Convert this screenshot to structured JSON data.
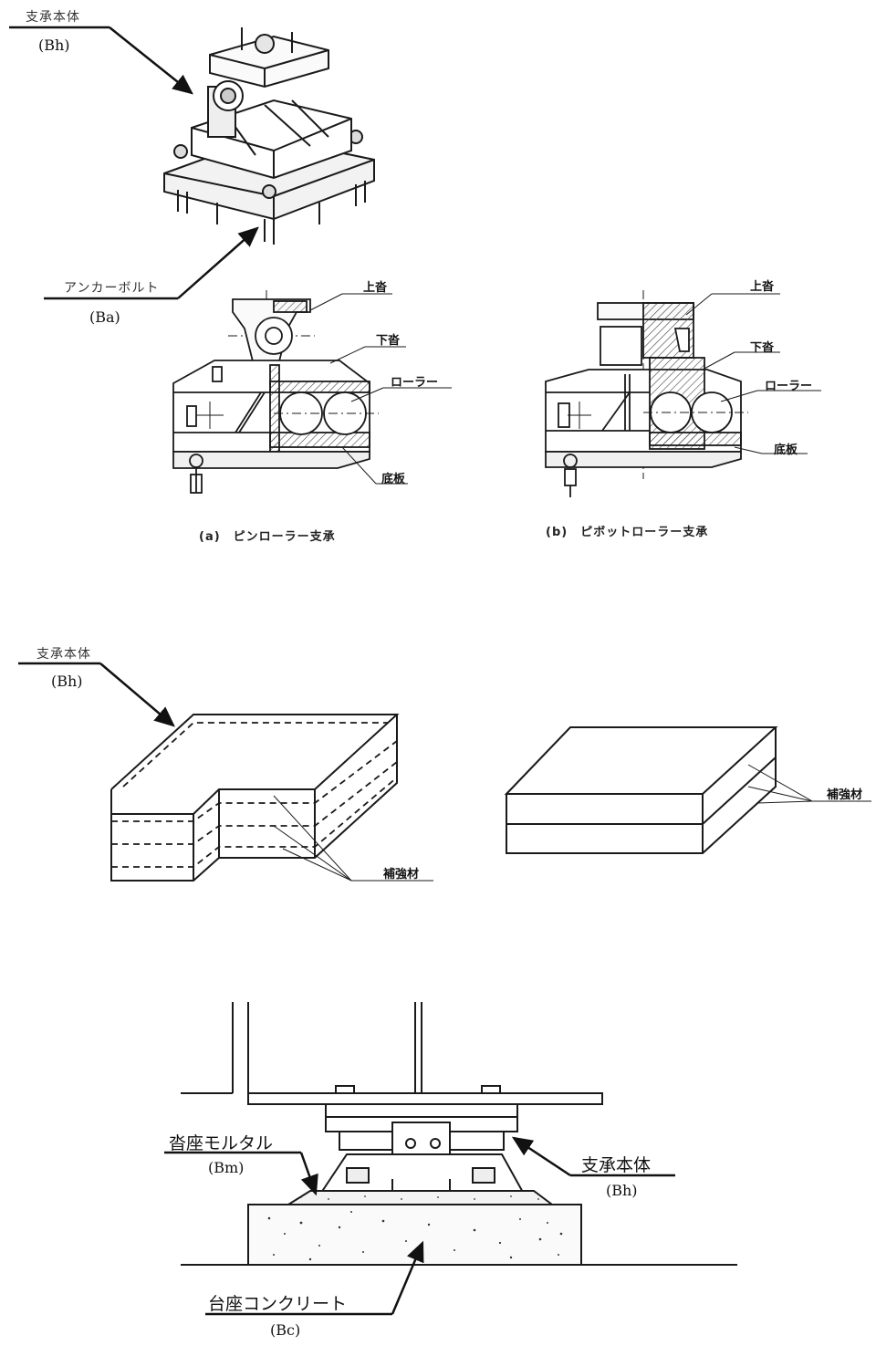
{
  "section1": {
    "body_label": "支承本体",
    "body_code": "(Bh)",
    "anchor_label": "アンカーボルト",
    "anchor_code": "(Ba)"
  },
  "fig_a": {
    "upper_shoe": "上沓",
    "lower_shoe": "下沓",
    "roller": "ローラー",
    "base_plate": "底板",
    "caption": "(a)　ピンローラー支承"
  },
  "fig_b": {
    "upper_shoe": "上沓",
    "lower_shoe": "下沓",
    "roller": "ローラー",
    "base_plate": "底板",
    "caption": "(b)　ピボットローラー支承"
  },
  "section2": {
    "body_label": "支承本体",
    "body_code": "(Bh)",
    "reinforcement_left": "補強材",
    "reinforcement_right": "補強材"
  },
  "section3": {
    "mortar_label": "沓座モルタル",
    "mortar_code": "(Bm)",
    "body_label": "支承本体",
    "body_code": "(Bh)",
    "concrete_label": "台座コンクリート",
    "concrete_code": "(Bc)"
  },
  "colors": {
    "ink": "#1a1a1a",
    "hatch": "#555555",
    "paper": "#ffffff"
  }
}
